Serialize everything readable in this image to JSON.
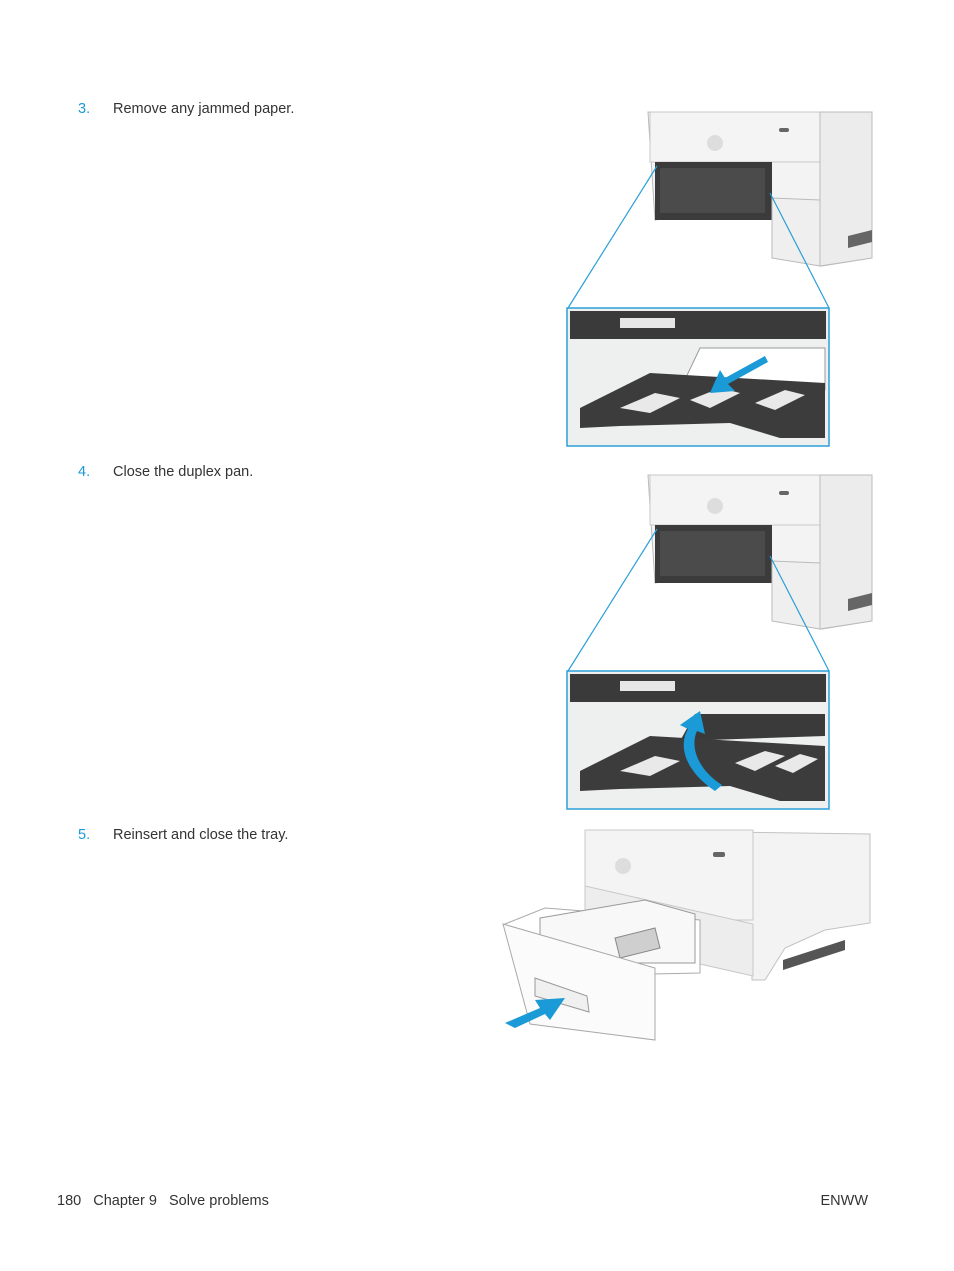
{
  "steps": [
    {
      "number": "3.",
      "text": "Remove any jammed paper."
    },
    {
      "number": "4.",
      "text": "Close the duplex pan."
    },
    {
      "number": "5.",
      "text": "Reinsert and close the tray."
    }
  ],
  "footer": {
    "page_number": "180",
    "chapter": "Chapter 9",
    "section": "Solve problems",
    "locale": "ENWW"
  },
  "colors": {
    "accent": "#1a9ad6",
    "callout_border": "#2a9fd8"
  },
  "icons": [
    "hp-logo-icon",
    "arrow-down-left-icon",
    "curved-arrow-up-icon",
    "arrow-insert-icon"
  ]
}
